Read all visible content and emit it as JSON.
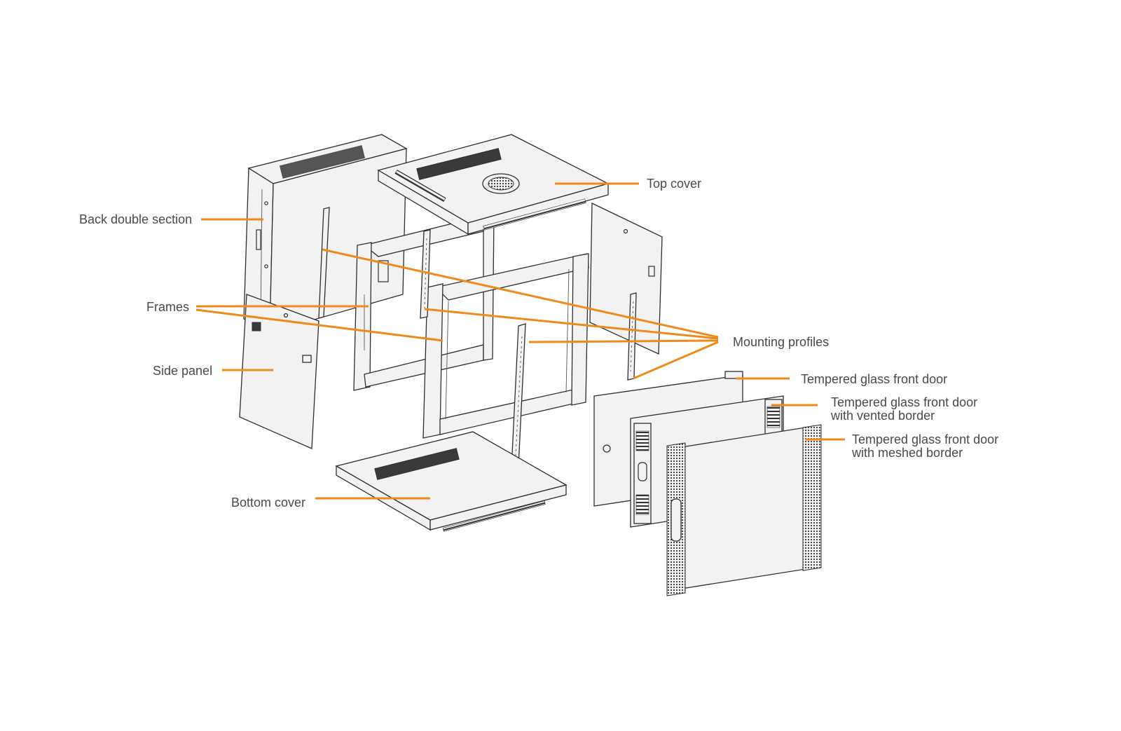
{
  "colors": {
    "leader": "#f08a1c",
    "line": "#2e2e2e",
    "text": "#4a4a4a"
  },
  "labels": {
    "top_cover": "Top cover",
    "back_double_section": "Back double section",
    "frames": "Frames",
    "side_panel": "Side panel",
    "mounting_profiles": "Mounting profiles",
    "bottom_cover": "Bottom cover",
    "door_glass": "Tempered glass front door",
    "door_vented_1": "Tempered glass front door",
    "door_vented_2": "with vented border",
    "door_meshed_1": "Tempered glass front door",
    "door_meshed_2": "with meshed border"
  }
}
